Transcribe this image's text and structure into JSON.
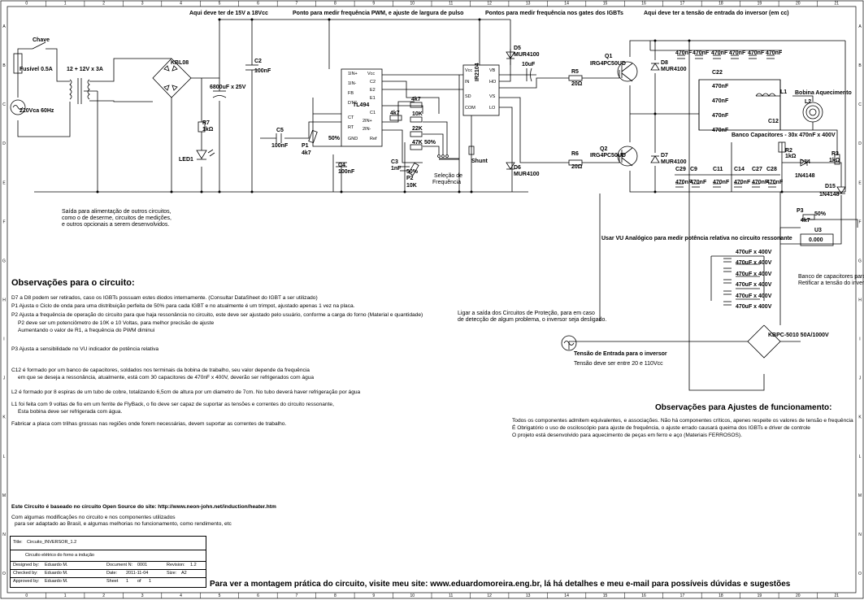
{
  "grid": {
    "columns": [
      "0",
      "1",
      "2",
      "3",
      "4",
      "5",
      "6",
      "7",
      "8",
      "9",
      "10",
      "11",
      "12",
      "13",
      "14",
      "15",
      "16",
      "17",
      "18",
      "19",
      "20",
      "21"
    ],
    "rows": [
      "A",
      "B",
      "C",
      "D",
      "E",
      "F",
      "G",
      "H",
      "I",
      "J",
      "K",
      "L",
      "M",
      "N",
      "O"
    ]
  },
  "top_notes": {
    "supply_15v": "Aqui deve ter de 15V a 18Vcc",
    "pwm_point": "Ponto para medir frequência PWM, e ajuste de largura de pulso",
    "gate_point": "Pontos para medir frequência nos gates dos IGBTs",
    "inverter_input": "Aqui deve ter a tensão de entrada do inversor (em cc)"
  },
  "components": {
    "switch": "Chave",
    "fuse": "Fusível 0.5A",
    "source": "220Vca 60Hz",
    "transformer": "12 + 12V x 3A",
    "bridge1": "KBL08",
    "cap_main": "6800uF x 25V",
    "c2": "C2",
    "c2_val": "100nF",
    "r7": "R7",
    "r7_val": "1kΩ",
    "led1": "LED1",
    "c5": "C5",
    "c5_val": "100nF",
    "p1": "P1",
    "p1_val": "4k7",
    "p1_pct": "50%",
    "tl494": "TL494",
    "c4": "C4",
    "c4_val": "100nF",
    "r_4k7a": "4k7",
    "r_4k7b": "4k7",
    "r_10k": "10K",
    "r_22k": "22K",
    "r_47k": "47K",
    "r_47k_pct": "50%",
    "c3": "C3",
    "c3_val": "1nF",
    "p2": "P2",
    "p2_val": "10K",
    "p2_pct": "50%",
    "freq_sel": "Seleção de",
    "freq_sel2": "Frequência",
    "ir2104": "IR2104",
    "shunt": "Shunt",
    "d5": "D5",
    "d5_val": "MUR4100",
    "d6": "D6",
    "d6_val": "MUR4100",
    "c_10uf": "10uF",
    "r5": "R5",
    "r5_val": "20Ω",
    "r6": "R6",
    "r6_val": "20Ω",
    "q1": "Q1",
    "q1_val": "IRG4PC50UD",
    "q2": "Q2",
    "q2_val": "IRG4PC50UD",
    "d8": "D8",
    "d8_val": "MUR4100",
    "d7": "D7",
    "d7_val": "MUR4100",
    "cap_470a": "470nF",
    "cap_470b": "470nF",
    "cap_470c": "470nF",
    "cap_470d": "470nF",
    "cap_470e": "470nF",
    "cap_470f": "470nF",
    "c22": "C22",
    "c22_val": "470nF",
    "c22b": "470nF",
    "c22c": "470nF",
    "c22d": "470nF",
    "l1": "L1",
    "l2": "L2",
    "bobina": "Bobina Aquecimento",
    "c12": "C12",
    "banco": "Banco Capacitores - 30x 470nF x 400V",
    "c29": "C29",
    "c9": "C9",
    "c11": "C11",
    "c14": "C14",
    "c27": "C27",
    "c28": "C28",
    "bottom_470": [
      "470nF",
      "470nF",
      "470nF",
      "470nF",
      "470nF",
      "470nF"
    ],
    "r2": "R2",
    "r2_val": "1kΩ",
    "d14": "D14",
    "d14_val": "1N4148",
    "d15": "D15",
    "d15_val": "1N4148",
    "r3": "R3",
    "r3_val": "1kΩ",
    "p3": "P3",
    "p3_val": "4k7",
    "p3_pct": "50%",
    "u3": "U3",
    "u3_display": "0.000",
    "vu_note": "Usar VU Analógico para medir potência relativa no circuito ressonante",
    "rect_caps": [
      "470uF x 400V",
      "470uF x 400V",
      "470uF x 400V",
      "470uF x 400V",
      "470uF x 400V",
      "470uF x 400V"
    ],
    "rect_caps_note1": "Banco de capacitores para",
    "rect_caps_note2": "Retificar a tensão do inversor",
    "kbpc": "KBPC-5010 50A/1000V",
    "tensao_entrada": "Tensão de Entrada para o inversor",
    "tensao_deve": "Tensão deve ser entre 20 e 110Vcc",
    "protecao1": "Ligar a saída dos Circuitos de Proteção, para em caso",
    "protecao2": "de detecção de algum problema, o inversor seja desligado.",
    "saida1": "Saída para alimentação de outros circuitos,",
    "saida2": "como o de deserme, circuitos de medições,",
    "saida3": "e outros opcionais a serem desenvolvidos."
  },
  "ic_pins": {
    "tl494_left": [
      "1IN+",
      "1IN-",
      "FB",
      "DTC",
      "CT",
      "RT",
      "GND"
    ],
    "tl494_right": [
      "Vcc",
      "C2",
      "E2",
      "E1",
      "C1",
      "2IN+",
      "2IN-",
      "Ref"
    ],
    "ir2104": [
      "Vcc",
      "IN",
      "SD",
      "COM",
      "VB",
      "HO",
      "VS",
      "LO"
    ]
  },
  "observacoes": {
    "title": "Observações para o circuito:",
    "lines": [
      "D7 a D8 podem ser retirados, caso os IGBTs possuam estes diodos internamente. (Consultar DataSheet do IGBT a ser utilizado)",
      "P1 Ajusta o Ciclo de onda para uma distribuição perfeita de 50% para cada IGBT e no atualmente é um trimpot, ajustado apenas 1 vez na placa.",
      "P2 Ajusta a frequência de operação do circuito para que haja ressonância no circuito, este deve ser ajustado pelo usuário, conforme a carga do forno (Material e quantidade)",
      "P2 deve ser um potenciômetro de 10K e 10 Voltas, para melhor precisão de ajuste",
      "Aumentando o valor de R1, a frequência do PWM diminui",
      "P3 Ajusta a sensibilidade no VU indicador de potência relativa",
      "C12 é formado por um banco de capacitores, soldados nos terminais da bobina de trabalho, seu valor depende da frequência",
      "em que se deseja a ressonância, atualmente, está com 30 capacitores de 470nF x 400V, deverão ser refrigerados com água",
      "L2 é formado por 8 espiras de um tubo de cobre, totalizando 6,5cm de altura por um diametro de 7cm. No tubo deverá haver refrigeração por água",
      "L1 foi feita com 9 voltas de fio em um ferrite de FlyBack, o fio deve ser capaz de suportar as tensões e correntes do circuito ressonante,",
      "Esta bobina deve ser refrigerada com água.",
      "Fabricar a placa com trilhas grossas nas regiões onde forem necessárias, devem suportar as correntes de trabalho."
    ]
  },
  "ajustes": {
    "title": "Observações para Ajustes de funcionamento:",
    "lines": [
      "Todos os componentes admitem equivalentes, e associações. Não há componentes críticos, apenes respeite os valores de tensão e frequência",
      "É Obrigatório o uso de osciloscópio para ajuste de frequência, o ajuste errado causará queima dos IGBTs e driver de controle",
      "O projeto está desenvolvido para aquecimento de peças em ferro e aço (Materiais FERROSOS)."
    ]
  },
  "source_note": {
    "line1": "Este Circuito é baseado no circuito Open Source do site: http://www.neon-john.net/induction/heater.htm",
    "line2": "Com algumas modificações no circuito e nos componentes utilizados",
    "line3": "para ser adaptado ao Brasil, e algumas melhorias no funcionamento, como rendimento, etc"
  },
  "title_block": {
    "title_label": "Title:",
    "title_value": "Circuito_INVERSOR_1.2",
    "subtitle": "Circuito elétrico do forno a indução",
    "designed_label": "Designed by:",
    "designed_value": "Eduardo M.",
    "docno_label": "Document N:",
    "docno_value": "0001",
    "rev_label": "Revision:",
    "rev_value": "1.2",
    "checked_label": "Checked by:",
    "checked_value": "Eduardo M.",
    "date_label": "Date:",
    "date_value": "2011-11-04",
    "size_label": "Size:",
    "size_value": "A2",
    "approved_label": "Approved by:",
    "approved_value": "Eduardo M.",
    "sheet_label": "Sheet",
    "sheet_value": "1",
    "of_label": "of",
    "of_value": "1"
  },
  "footer": "Para ver a montagem prática do circuito, visite meu site: www.eduardomoreira.eng.br, lá há detalhes e meu e-mail para possíveis dúvidas e sugestões"
}
